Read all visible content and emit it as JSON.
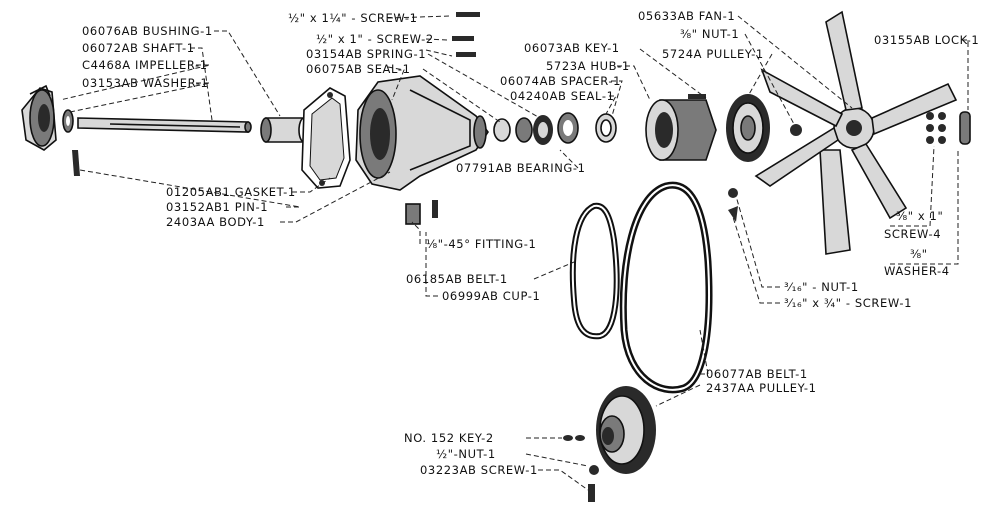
{
  "parts": {
    "bushing": "06076AB BUSHING-1",
    "shaft": "06072AB SHAFT-1",
    "impeller": "C4468A IMPELLER-1",
    "washer": "03153AB WASHER-1",
    "screw_half_1_25": "½\" x 1¼\" - SCREW-1",
    "screw_half_1": "½\" x 1\" - SCREW-2",
    "spring": "03154AB SPRING-1",
    "seal_body": "06075AB SEAL-1",
    "key": "06073AB KEY-1",
    "hub": "5723A HUB-1",
    "spacer": "06074AB SPACER-1",
    "seal_small": "04240AB SEAL-1",
    "fan": "05633AB FAN-1",
    "nut_3_8": "⅜\" NUT-1",
    "pulley_5724": "5724A PULLEY-1",
    "lock": "03155AB LOCK-1",
    "bearing": "07791AB BEARING-1",
    "gasket": "01205AB1 GASKET-1",
    "pin": "03152AB1 PIN-1",
    "body": "2403AA BODY-1",
    "fitting": "⅛\"-45° FITTING-1",
    "belt_06185": "06185AB BELT-1",
    "cup": "06999AB CUP-1",
    "screw_3_8": "⅜\" x 1\"",
    "screw_4": "SCREW-4",
    "washer_3_8": "⅜\"",
    "washer_4": "WASHER-4",
    "nut_3_16": "³⁄₁₆\" - NUT-1",
    "screw_3_16": "³⁄₁₆\" x ¾\" - SCREW-1",
    "belt_06077": "06077AB BELT-1",
    "pulley_2437": "2437AA PULLEY-1",
    "key_152": "NO. 152 KEY-2",
    "nut_half": "½\"-NUT-1",
    "screw_03223": "03223AB SCREW-1"
  }
}
